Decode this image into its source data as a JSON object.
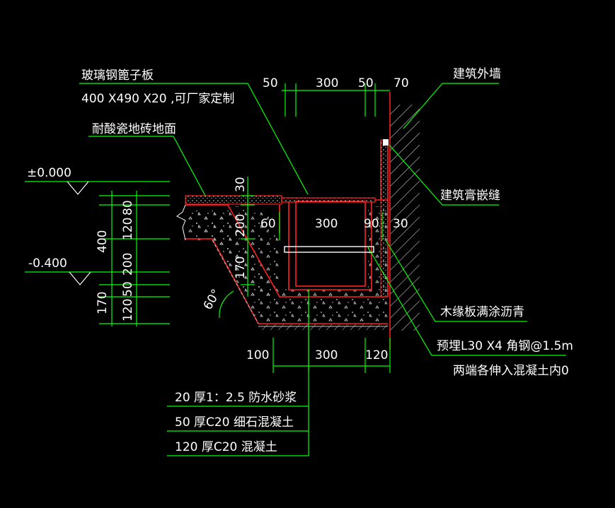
{
  "colors": {
    "background": "#000000",
    "text": "#ffffff",
    "leader": "#00ff00",
    "outline": "#ff2020",
    "hatch": "#c8c8c8",
    "tile": "#e6a0a0"
  },
  "labels": {
    "grate_name": "玻璃钢篦子板",
    "grate_spec": "400  X490  X20 ,可厂家定制",
    "tile_floor": "耐酸瓷地砖地面",
    "outer_wall": "建筑外墙",
    "joint": "建筑膏嵌缝",
    "board": "木缘板满涂沥青",
    "angle_steel": "预埋L30  X4 角钢@1.5m",
    "embed_note": "两端各伸入混凝土内0",
    "angle": "60°"
  },
  "elevations": {
    "top": "±0.000",
    "bottom": "-0.400"
  },
  "layers": [
    "20  厚1：2.5  防水砂浆",
    "50  厚C20  细石混凝土",
    "120  厚C20  混凝土"
  ],
  "dimensions": {
    "top_row": [
      "50",
      "300",
      "50",
      "70"
    ],
    "inner_row": [
      "60",
      "300",
      "90",
      "30"
    ],
    "bottom_row": [
      "100",
      "300",
      "120"
    ],
    "left_outer": [
      "400",
      "170"
    ],
    "left_inner": [
      "80",
      "120",
      "200",
      "50",
      "120"
    ],
    "vertical_mid": [
      "30",
      "200",
      "170"
    ]
  }
}
